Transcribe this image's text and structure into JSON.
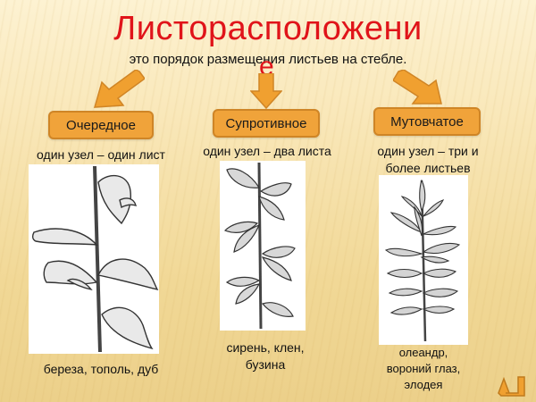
{
  "slide": {
    "title_main": "Листорасположени",
    "title_tail": "е",
    "subtitle": "это порядок размещения листьев на стебле.",
    "colors": {
      "title": "#e0141a",
      "box_fill": "#f0a33a",
      "box_border": "#cf8526",
      "arrow": "#f0a030"
    }
  },
  "categories": [
    {
      "label": "Очередное",
      "description": "один узел – один лист",
      "examples": "береза, тополь, дуб",
      "image": "alternate-leaf-plant"
    },
    {
      "label": "Супротивное",
      "description": "один узел – два листа",
      "examples_line1": "сирень, клен,",
      "examples_line2": "бузина",
      "image": "opposite-leaf-plant"
    },
    {
      "label": "Мутовчатое",
      "description_line1": "один узел – три и",
      "description_line2": "более листьев",
      "examples_line1": "олеандр,",
      "examples_line2": "вороний глаз,",
      "examples_line3": "элодея",
      "image": "whorled-leaf-plant"
    }
  ],
  "navigation": {
    "return_icon": "return-arrow-icon"
  }
}
